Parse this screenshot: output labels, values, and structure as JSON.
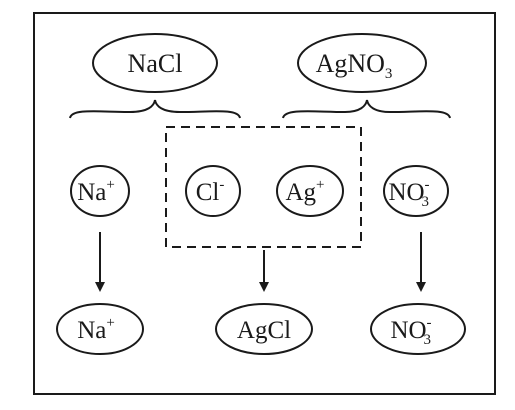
{
  "reactants": {
    "left": {
      "formula": "NaCl"
    },
    "right": {
      "formula": "AgNO",
      "subscript": "3"
    }
  },
  "ions": {
    "na": {
      "symbol": "Na",
      "charge": "+"
    },
    "cl": {
      "symbol": "Cl",
      "charge": "-"
    },
    "ag": {
      "symbol": "Ag",
      "charge": "+"
    },
    "no3": {
      "symbol": "NO",
      "subscript": "3",
      "charge": "-"
    }
  },
  "products": {
    "na": {
      "symbol": "Na",
      "charge": "+"
    },
    "agcl": {
      "formula": "AgCl"
    },
    "no3": {
      "symbol": "NO",
      "subscript": "3",
      "charge": "-"
    }
  }
}
